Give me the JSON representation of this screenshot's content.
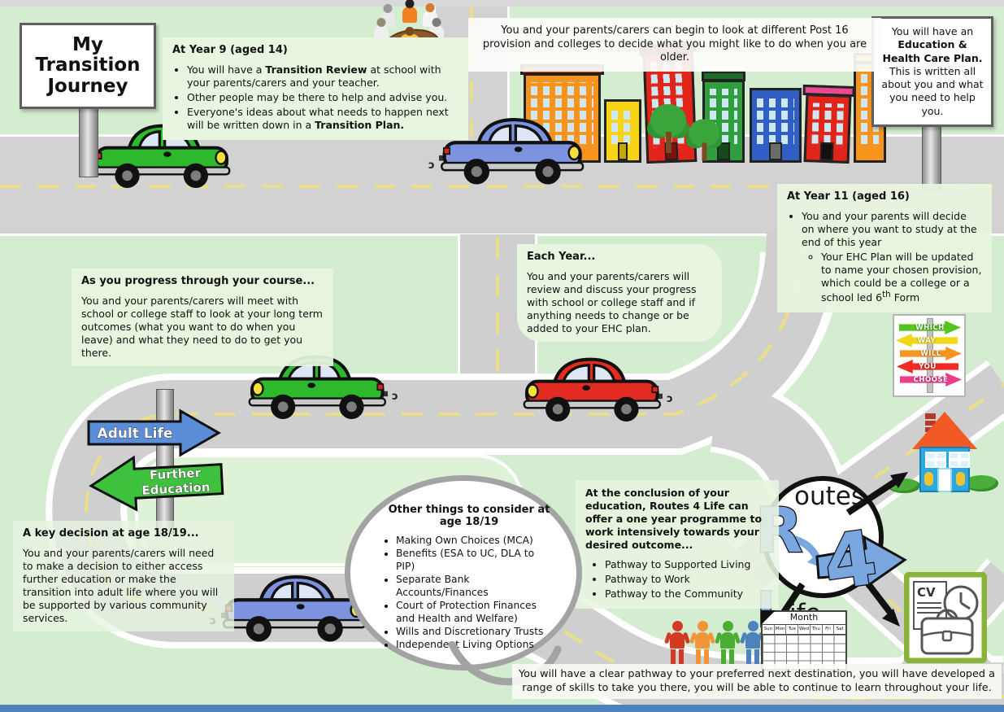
{
  "sign": {
    "line1": "My",
    "line2": "Transition",
    "line3": "Journey"
  },
  "year9": {
    "title": "At Year 9 (aged 14)",
    "b1_pre": "You will have a ",
    "b1_bold": "Transition Review",
    "b1_post": " at school with your parents/carers and your teacher.",
    "b2": "Other people may be there to help and advise you.",
    "b3_pre": "Everyone's ideas about what needs to happen next will be written down in a ",
    "b3_bold": "Transition Plan."
  },
  "post16": {
    "text": "You and your parents/carers can begin to look at different Post 16 provision and colleges to decide what you might like to do when you are older."
  },
  "ehc_sign": {
    "pre": "You will have an ",
    "bold": "Education & Health Care Plan.",
    "post": "  This is written all about you and what you need to help you."
  },
  "year11": {
    "title": "At Year 11 (aged 16)",
    "b1": "You and your parents will decide on where you want to study at the end of this year",
    "sub_pre": "Your EHC Plan will be updated to name your chosen provision, which could be a college or a school led 6",
    "sub_sup": "th",
    "sub_post": " Form"
  },
  "each_year": {
    "title": "Each Year...",
    "body": "You and your parents/carers will review and discuss your progress with school or college staff and if anything needs to change or be added to your EHC plan."
  },
  "progress": {
    "title": "As you progress through your course...",
    "body": "You and your parents/carers will meet with school or college staff to look at your long term outcomes (what you want to do when you leave) and what they need to do to get you there."
  },
  "decision": {
    "title": "A key decision at age 18/19...",
    "body": "You and your parents/carers will need to make a decision to either access further education or make the transition into adult life where you will be supported by various community services."
  },
  "bubble": {
    "title": "Other things to consider at age 18/19",
    "bullets": [
      "Making Own Choices (MCA)",
      "Benefits (ESA to UC, DLA to PIP)",
      "Separate Bank Accounts/Finances",
      "Court of Protection Finances and Health and Welfare)",
      "Wills and Discretionary Trusts",
      "Independent Living Options"
    ]
  },
  "conclusion": {
    "body": "At the conclusion of your education, Routes 4 Life can offer a one year programme to work intensively towards your desired outcome...",
    "bullets": [
      "Pathway to Supported Living",
      "Pathway to Work",
      "Pathway to the Community"
    ]
  },
  "direction_arrows": {
    "adult": "Adult Life",
    "further_line1": "Further",
    "further_line2": "Education"
  },
  "choose_sign": {
    "arrows": [
      {
        "label": "WHICH",
        "color": "#54c421",
        "dir": "right"
      },
      {
        "label": "WAY",
        "color": "#f0d816",
        "dir": "left"
      },
      {
        "label": "WILL",
        "color": "#f79422",
        "dir": "right"
      },
      {
        "label": "YOU",
        "color": "#ef2b24",
        "dir": "left"
      },
      {
        "label": "CHOOSE",
        "color": "#ef3d8e",
        "dir": "right"
      }
    ]
  },
  "routes_logo": {
    "r": "R",
    "outes": "outes",
    "four": "4",
    "l": "L",
    "ife": "ife"
  },
  "calendar": {
    "title": "Month",
    "days": [
      "Sun",
      "Mon",
      "Tue",
      "Wed",
      "Thu",
      "Fri",
      "Sat"
    ]
  },
  "cv": {
    "label": "CV"
  },
  "footer": {
    "text": "You will have a clear pathway to your preferred next destination, you will have developed a range of skills to take you there, you will be able to continue to learn throughout your life."
  },
  "colors": {
    "adult_arrow": "#5b8dd9",
    "further_arrow": "#3ec23e",
    "routes_blue": "#7ba7e0",
    "car_green": "#2db82d",
    "car_red": "#e32b22",
    "car_blue": "#7c94e0",
    "road_gray": "#cfcfcf",
    "dash_yellow": "#eadf86",
    "footer_bar": "#4f81bd"
  }
}
